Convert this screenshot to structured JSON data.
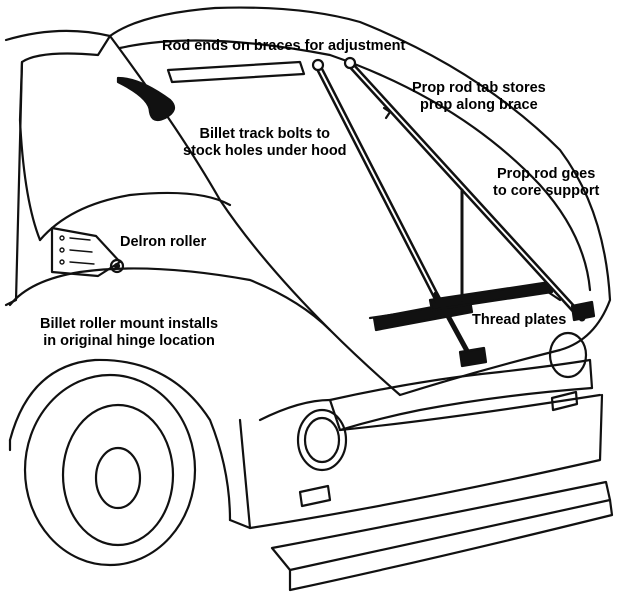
{
  "colors": {
    "ink": "#111111",
    "paper": "#ffffff"
  },
  "callouts": {
    "rod_ends": "Rod ends on braces for adjustment",
    "prop_tab_line1": "Prop rod tab stores",
    "prop_tab_line2": "prop along brace",
    "billet_track_line1": "Billet track bolts to",
    "billet_track_line2": "stock holes under hood",
    "prop_rod_line1": "Prop rod goes",
    "prop_rod_line2": "to core support",
    "delron": "Delron roller",
    "billet_mount_line1": "Billet roller mount installs",
    "billet_mount_line2": "in original hinge location",
    "thread_plates": "Thread plates"
  }
}
